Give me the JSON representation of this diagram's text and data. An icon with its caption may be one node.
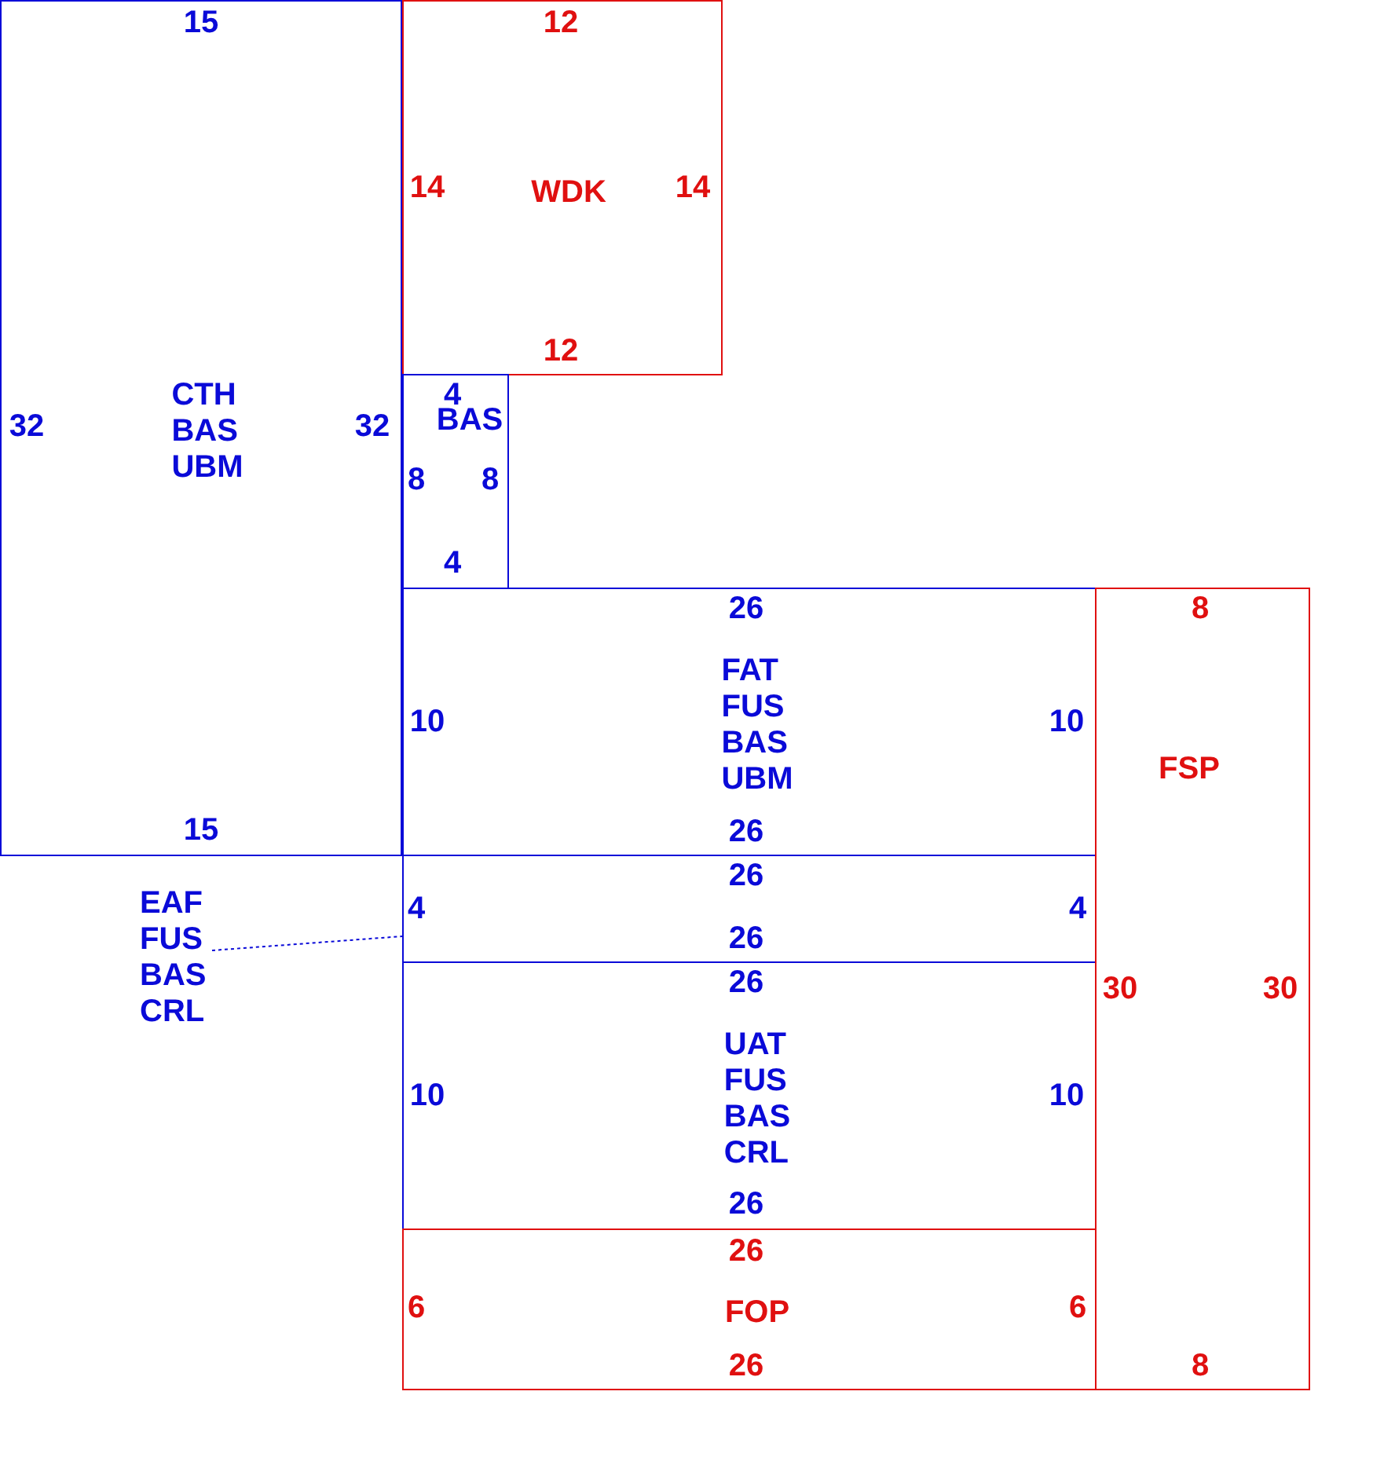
{
  "diagram": {
    "nodes": [
      {
        "text": [
          "15",
          "32",
          "CTH BAS UBM",
          "32",
          "15"
        ]
      },
      {
        "text": [
          "12",
          "14",
          "WDK",
          "14",
          "12"
        ]
      },
      {
        "text": [
          "4",
          "BAS",
          "8",
          "8",
          "4"
        ]
      },
      {
        "text": [
          "26",
          "10",
          "FAT FUS BAS UBM",
          "10",
          "26"
        ]
      },
      {
        "text": [
          "26",
          "4",
          "4",
          "26"
        ]
      },
      {
        "text": [
          "EAF FUS BAS CRL"
        ]
      },
      {
        "text": [
          "26",
          "10",
          "UAT FUS BAS CRL",
          "10",
          "26"
        ]
      },
      {
        "text": [
          "26",
          "6",
          "FOP",
          "6",
          "26"
        ]
      },
      {
        "text": [
          "8",
          "FSP",
          "30",
          "30",
          "8"
        ]
      }
    ],
    "edges": [
      {
        "from": 5,
        "to": 4,
        "arrow": "none",
        "style": "dashed"
      }
    ]
  }
}
